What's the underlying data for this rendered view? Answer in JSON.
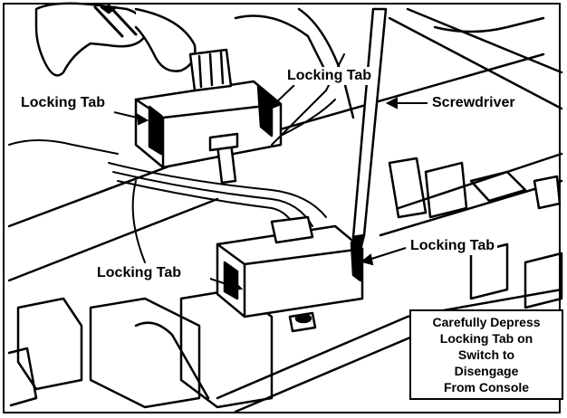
{
  "labels": {
    "tab_top_left": "Locking Tab",
    "tab_top_center": "Locking Tab",
    "screwdriver": "Screwdriver",
    "tab_right": "Locking Tab",
    "tab_lower_left": "Locking Tab"
  },
  "note": {
    "lines": [
      "Carefully Depress",
      "Locking Tab on",
      "Switch to",
      "Disengage",
      "From Console"
    ]
  },
  "colors": {
    "ink": "#000000",
    "paper": "#ffffff"
  }
}
